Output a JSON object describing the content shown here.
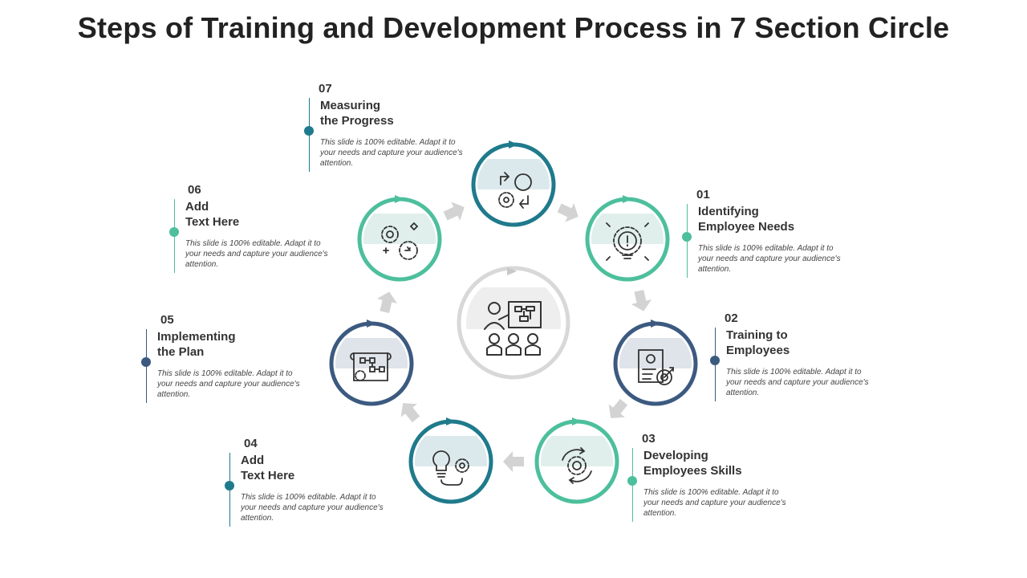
{
  "title": "Steps of Training and Development Process in 7 Section Circle",
  "colors": {
    "teal": "#4dbf9d",
    "dark_teal": "#1f7a8c",
    "navy": "#3c5a80",
    "gray": "#d8d8d8",
    "arrow": "#d3d3d3"
  },
  "steps": [
    {
      "num": "01",
      "heading": "Identifying\nEmployee Needs",
      "desc": "This slide is 100% editable. Adapt it to your needs and capture your audience's attention."
    },
    {
      "num": "02",
      "heading": "Training to\nEmployees",
      "desc": "This slide is 100% editable. Adapt it to your needs and capture your audience's attention."
    },
    {
      "num": "03",
      "heading": "Developing\nEmployees Skills",
      "desc": "This slide is 100% editable. Adapt it to your needs and capture your audience's attention."
    },
    {
      "num": "04",
      "heading": "Add\nText Here",
      "desc": "This slide is 100% editable. Adapt it to your needs and capture your audience's attention."
    },
    {
      "num": "05",
      "heading": "Implementing\nthe Plan",
      "desc": "This slide is 100% editable. Adapt it to your needs and capture your audience's attention."
    },
    {
      "num": "06",
      "heading": "Add\nText Here",
      "desc": "This slide is 100% editable. Adapt it to your needs and capture your audience's attention."
    },
    {
      "num": "07",
      "heading": "Measuring\nthe Progress",
      "desc": "This slide is 100% editable. Adapt it to your needs and capture your audience's attention."
    }
  ],
  "icons": {
    "center": "training-presentation-icon",
    "step1": "idea-gear-bulb-icon",
    "step2": "target-document-icon",
    "step3": "gear-cycle-icon",
    "step4": "lightbulb-gear-icon",
    "step5": "blueprint-plan-icon",
    "step6": "gears-process-icon",
    "step7": "gear-progress-cycle-icon"
  }
}
